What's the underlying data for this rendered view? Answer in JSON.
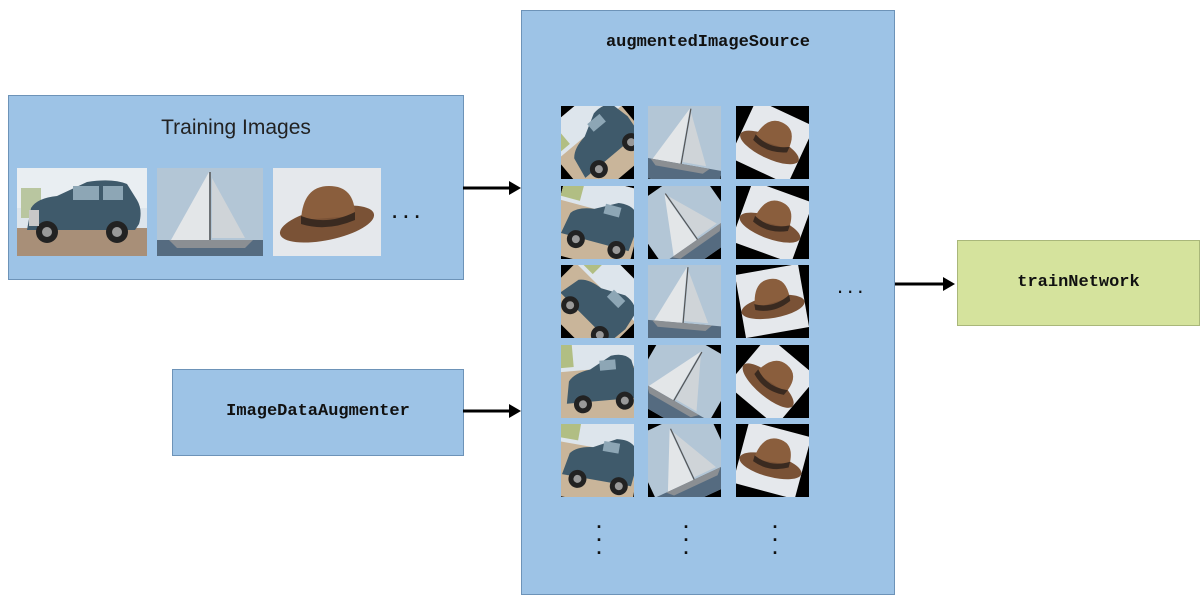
{
  "training_images": {
    "title": "Training Images",
    "ellipsis": "...",
    "thumbnails": [
      "car",
      "sailboat",
      "hat"
    ]
  },
  "augmenter": {
    "label": "ImageDataAugmenter"
  },
  "augmented_source": {
    "title": "augmentedImageSource",
    "ellipsis": "...",
    "columns": [
      "car",
      "sailboat",
      "hat"
    ],
    "rows": 5
  },
  "train": {
    "label": "trainNetwork"
  },
  "colors": {
    "box_blue": "#9dc3e6",
    "train_green": "#d5e39d",
    "arrow": "#000000"
  }
}
